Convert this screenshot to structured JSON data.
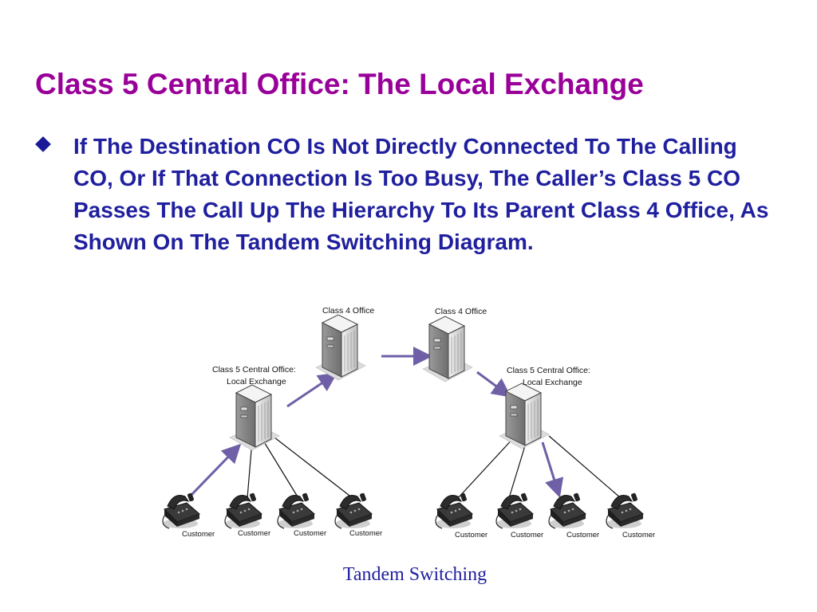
{
  "slide": {
    "title": "Class 5 Central Office: The Local Exchange",
    "bullet": "If The Destination CO Is Not Directly Connected To The Calling CO, Or If That Connection Is Too Busy, The Caller’s Class 5 CO Passes The Call Up The Hierarchy To Its Parent Class 4 Office, As Shown On The Tandem Switching Diagram.",
    "caption": "Tandem Switching"
  },
  "diagram": {
    "nodes": {
      "class4_left": "Class 4 Office",
      "class4_right": "Class 4 Office",
      "class5_left_line1": "Class 5 Central Office:",
      "class5_left_line2": "Local Exchange",
      "class5_right_line1": "Class 5 Central Office:",
      "class5_right_line2": "Local Exchange"
    },
    "customers": [
      "Customer",
      "Customer",
      "Customer",
      "Customer",
      "Customer",
      "Customer",
      "Customer",
      "Customer"
    ],
    "colors": {
      "highlight_path": "#6f5fa6",
      "plain_link": "#111111",
      "server_body": "#e4e4e4",
      "server_shadow": "#9a9a9a"
    }
  }
}
